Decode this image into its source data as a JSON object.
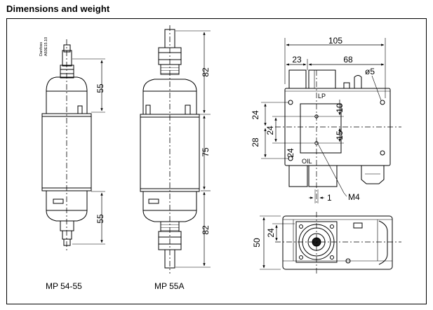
{
  "heading": "Dimensions and weight",
  "watermark": [
    "Danfoss",
    "A60E15.10"
  ],
  "left_view": {
    "caption": "MP 54-55",
    "dims": [
      "55",
      "55"
    ]
  },
  "mid_view": {
    "caption": "MP 55A",
    "dims": [
      "82",
      "75",
      "82"
    ]
  },
  "top_right_view": {
    "dims": [
      "105",
      "23",
      "68",
      "ø5",
      "10",
      "15",
      "24",
      "24",
      "28",
      "24",
      "1"
    ],
    "labels": {
      "lp": "LP",
      "oil": "OIL",
      "m4": "M4"
    }
  },
  "bottom_right_view": {
    "dims": [
      "50",
      "24"
    ]
  },
  "colors": {
    "line": "#000000",
    "background": "#ffffff",
    "hatch": "#9a9a9a",
    "dark": "#1a1a1a"
  }
}
